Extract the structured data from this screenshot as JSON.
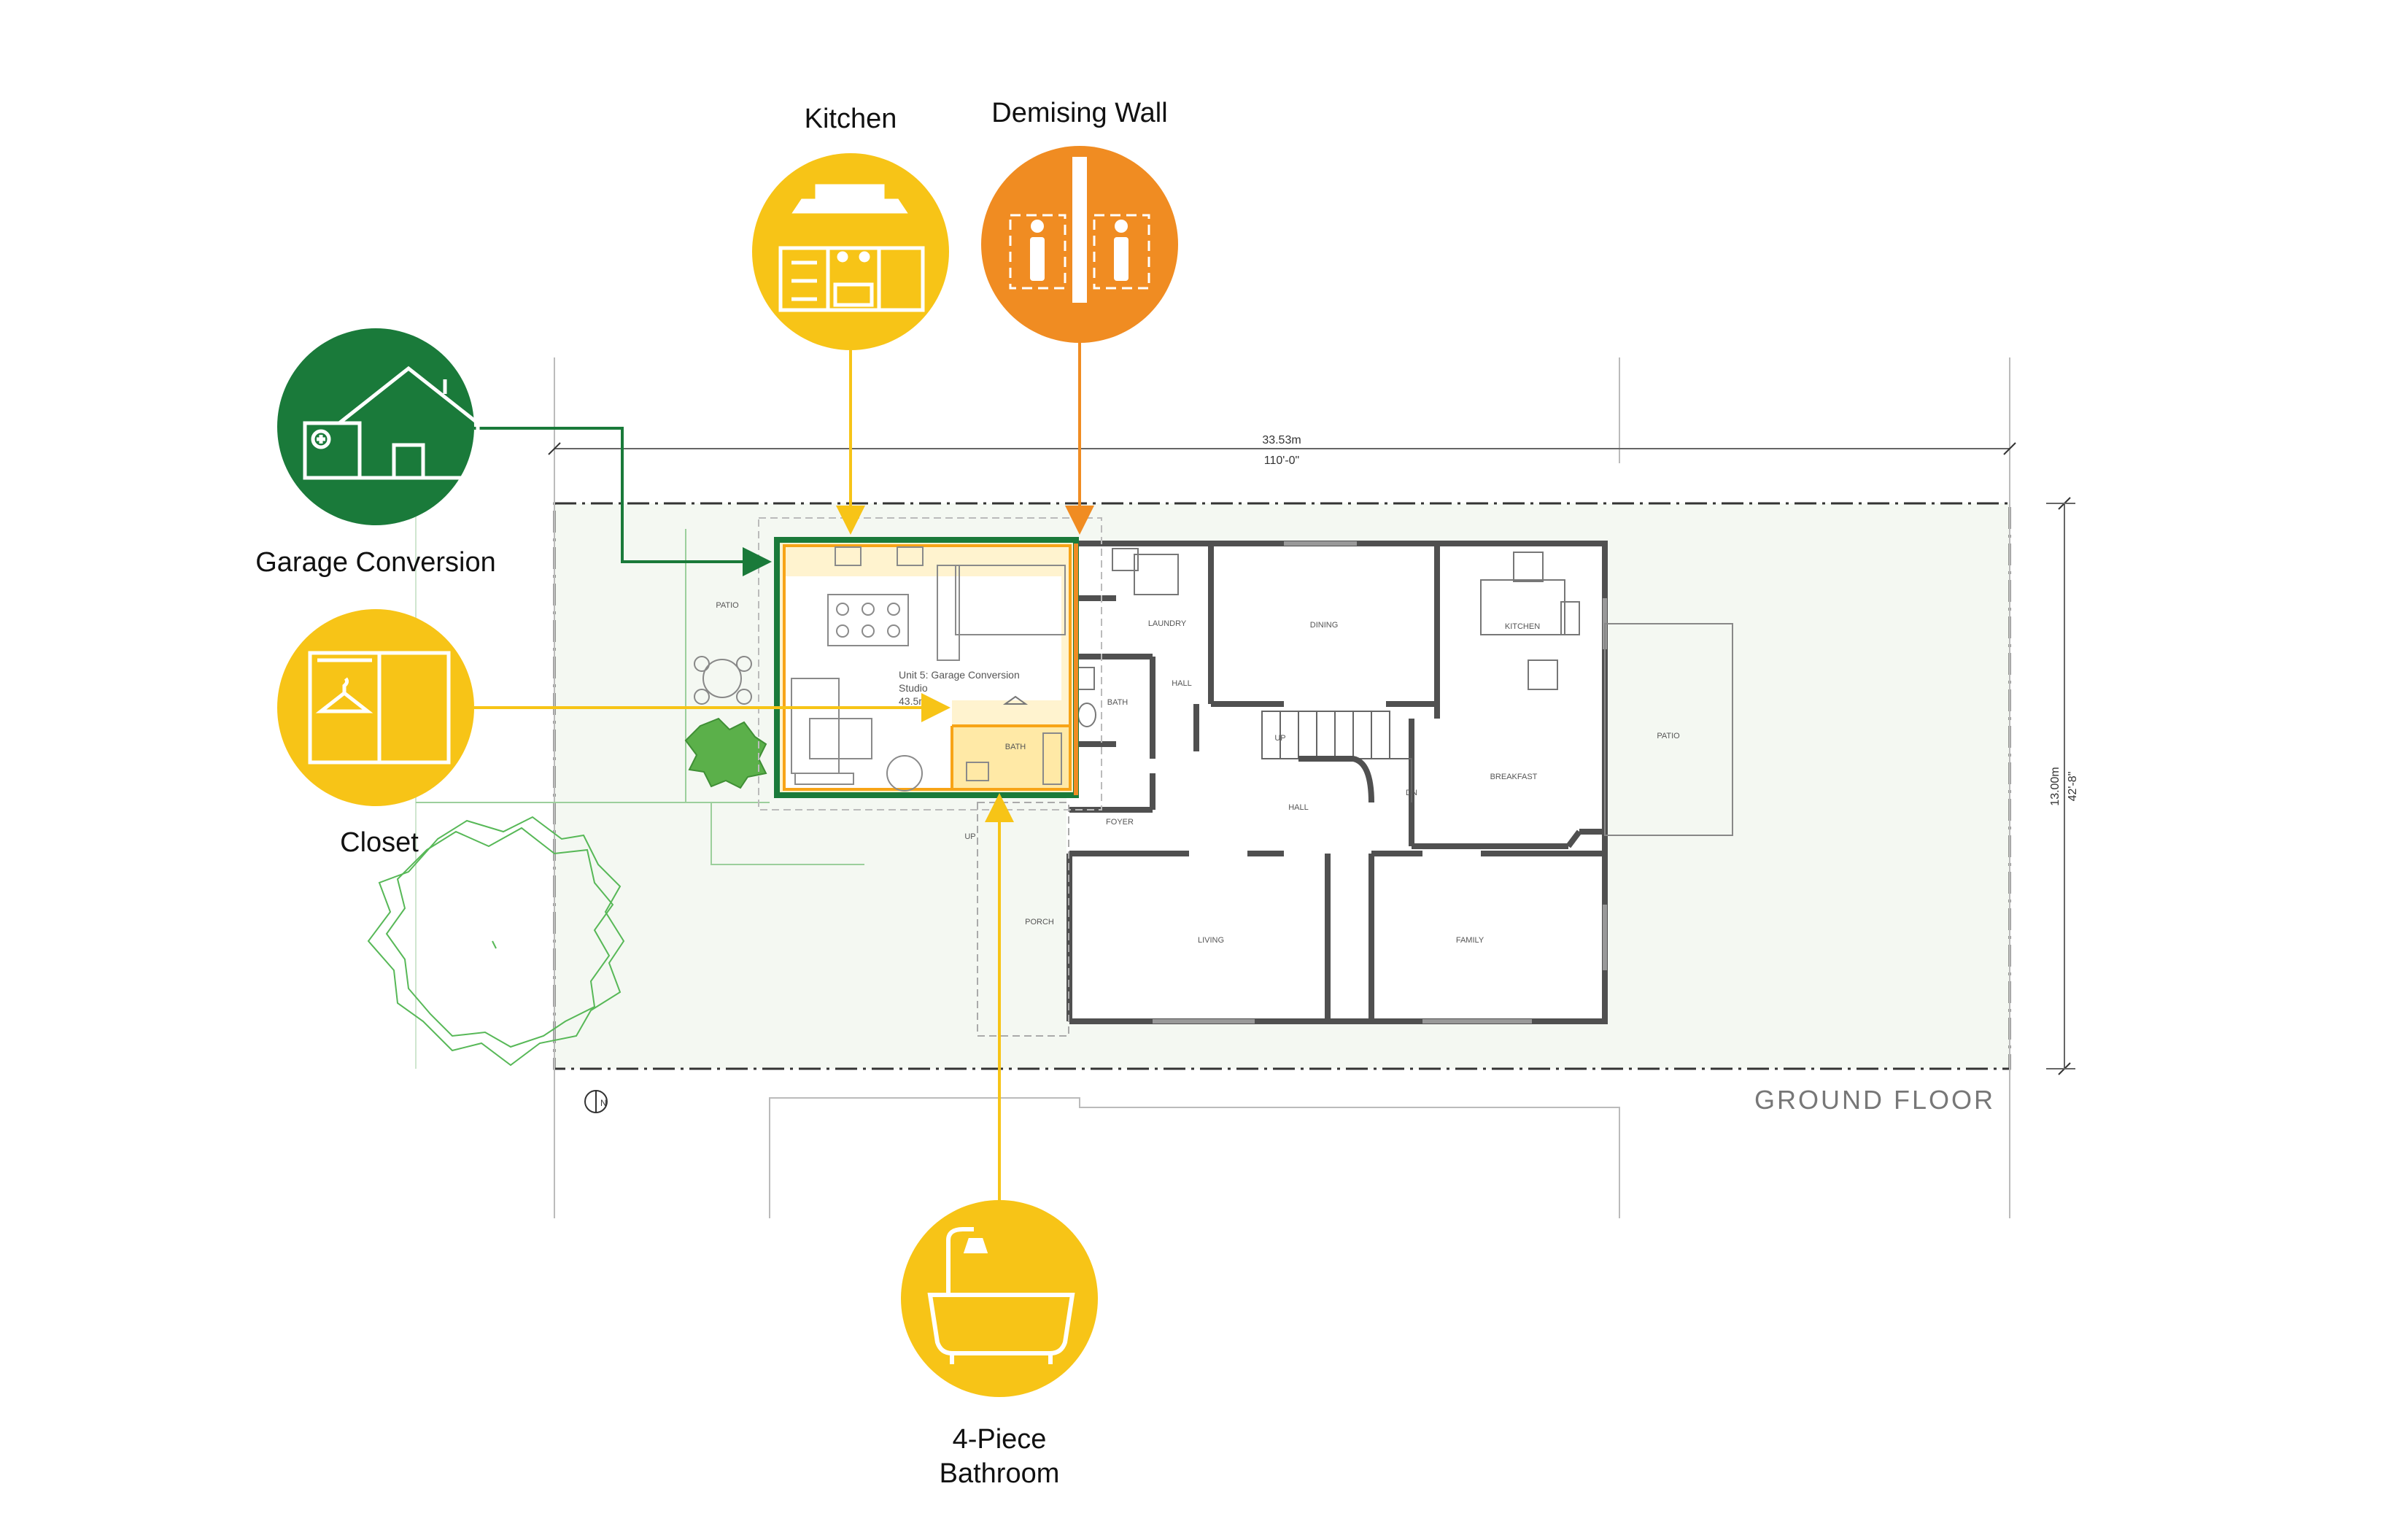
{
  "colors": {
    "green": "#1a7a3a",
    "yellow": "#f7c417",
    "orange": "#f08c22",
    "wall": "#505050",
    "garden_line": "#8dc88d",
    "garden_fill": "#f2f8f0"
  },
  "callouts": {
    "kitchen": {
      "label": "Kitchen",
      "icon": "kitchen-icon"
    },
    "demising": {
      "label": "Demising Wall",
      "icon": "demising-wall-icon"
    },
    "garage": {
      "label": "Garage Conversion",
      "icon": "house-icon"
    },
    "closet": {
      "label": "Closet",
      "icon": "closet-hanger-icon"
    },
    "bathroom": {
      "label_line1": "4-Piece",
      "label_line2": "Bathroom",
      "icon": "bathtub-shower-icon"
    }
  },
  "dimensions": {
    "width_m": "33.53m",
    "width_ft": "110'-0\"",
    "depth_m": "13.00m",
    "depth_ft": "42'-8\""
  },
  "unit_label": {
    "line1": "Unit 5: Garage Conversion",
    "line2": "Studio",
    "line3": "43.5m"
  },
  "rooms": {
    "patio_left": "PATIO",
    "laundry": "LAUNDRY",
    "dining": "DINING",
    "kitchen": "KITCHEN",
    "hall_small": "HALL",
    "bath_main": "BATH",
    "bath_unit": "BATH",
    "breakfast": "BREAKFAST",
    "patio_right": "PATIO",
    "hall_main": "HALL",
    "foyer": "FOYER",
    "porch": "PORCH",
    "living": "LIVING",
    "family": "FAMILY",
    "up1": "UP",
    "up2": "UP",
    "dn": "DN"
  },
  "floor_title": "GROUND FLOOR",
  "north": "N"
}
